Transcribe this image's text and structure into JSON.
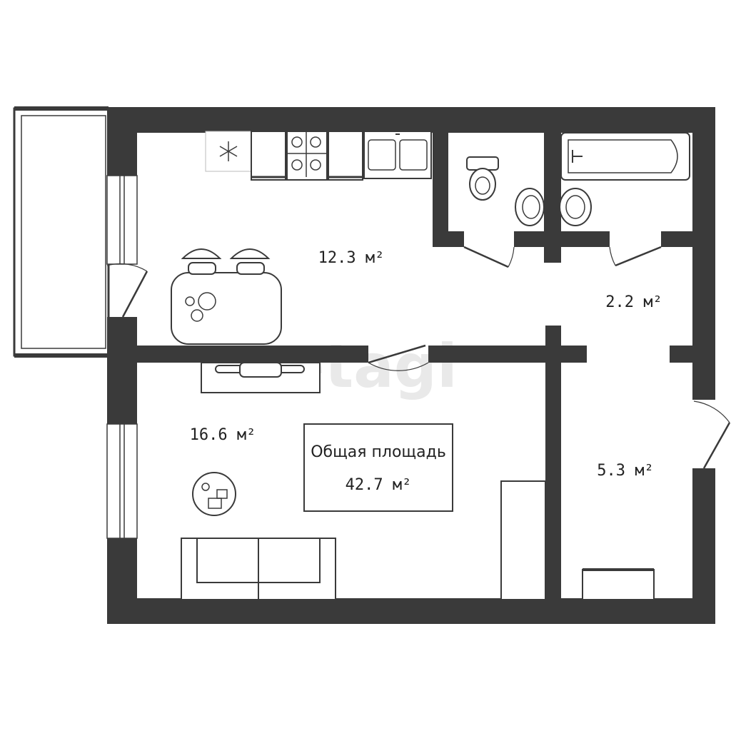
{
  "rooms": {
    "kitchen": {
      "area": "12.3 м²"
    },
    "living": {
      "area": "16.6 м²"
    },
    "corridor": {
      "area": "2.2 м²"
    },
    "hall": {
      "area": "5.3 м²"
    }
  },
  "total": {
    "label": "Общая площадь",
    "value": "42.7 м²"
  },
  "watermark": "etagi",
  "colors": {
    "wall": "#3a3a3a",
    "background": "#ffffff"
  },
  "icons": {
    "fridge": "snowflake-icon"
  }
}
